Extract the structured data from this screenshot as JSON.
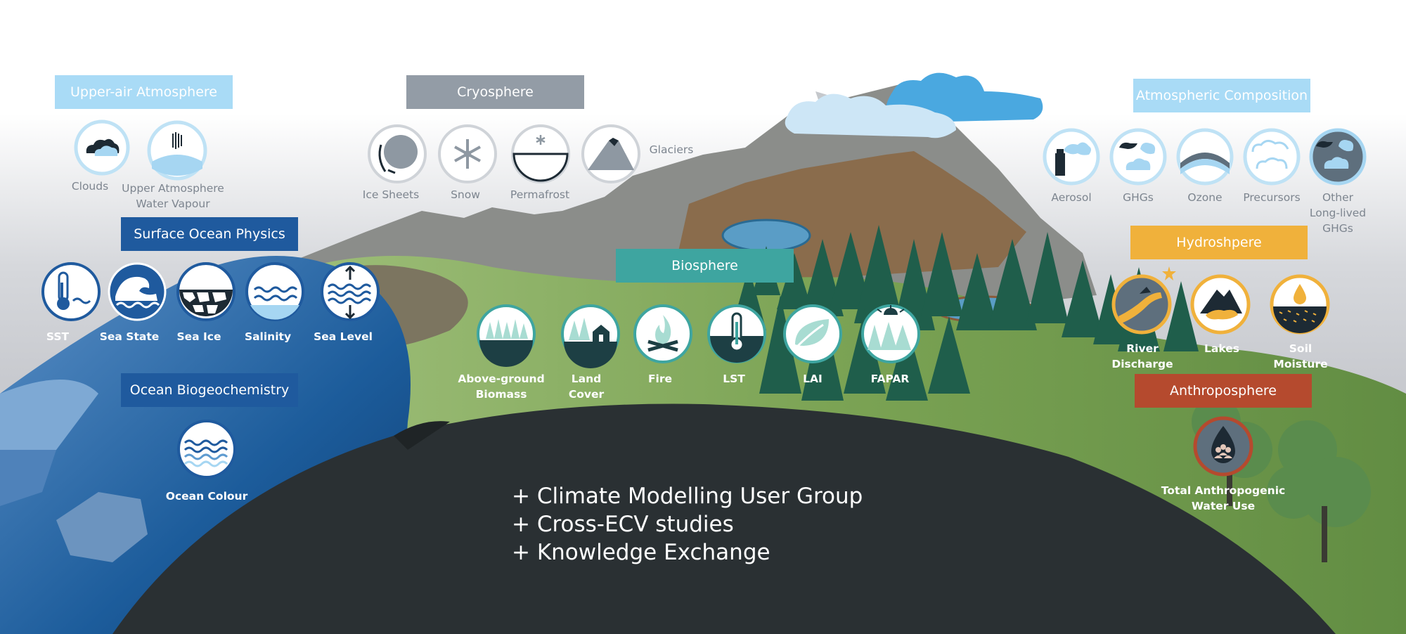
{
  "categories": {
    "upper_air": "Upper-air Atmosphere",
    "cryosphere": "Cryosphere",
    "atmospheric_composition": "Atmospheric Composition",
    "surface_ocean_physics": "Surface Ocean Physics",
    "ocean_biogeochemistry": "Ocean Biogeochemistry",
    "biosphere": "Biosphere",
    "hydrosphere": "Hydroshpere",
    "anthroposphere": "Anthroposphere"
  },
  "ecvs": {
    "clouds": "Clouds",
    "upper_water_vapour_1": "Upper Atmosphere",
    "upper_water_vapour_2": "Water Vapour",
    "ice_sheets": "Ice Sheets",
    "snow": "Snow",
    "permafrost": "Permafrost",
    "glaciers": "Glaciers",
    "aerosol": "Aerosol",
    "ghgs": "GHGs",
    "ozone": "Ozone",
    "precursors": "Precursors",
    "other_ghgs_1": "Other",
    "other_ghgs_2": "Long-lived",
    "other_ghgs_3": "GHGs",
    "sst": "SST",
    "sea_state": "Sea State",
    "sea_ice": "Sea Ice",
    "salinity": "Salinity",
    "sea_level": "Sea Level",
    "ocean_colour": "Ocean Colour",
    "agb_1": "Above-ground",
    "agb_2": "Biomass",
    "land_cover_1": "Land",
    "land_cover_2": "Cover",
    "fire": "Fire",
    "lst": "LST",
    "lai": "LAI",
    "fapar": "FAPAR",
    "river_1": "River",
    "river_2": "Discharge",
    "lakes": "Lakes",
    "soil_1": "Soil",
    "soil_2": "Moisture",
    "water_use_1": "Total Anthropogenic",
    "water_use_2": "Water Use"
  },
  "activities": {
    "line1": "+ Climate Modelling User Group",
    "line2": "+ Cross-ECV studies",
    "line3": "+ Knowledge Exchange"
  },
  "colors": {
    "upper_air": "#a9dbf6",
    "cryosphere": "#939ca6",
    "atmospheric_composition": "#a9dbf6",
    "ocean": "#1f5a9e",
    "biosphere": "#3ea5a0",
    "hydrosphere": "#f0b13b",
    "anthroposphere": "#b54a2e"
  }
}
